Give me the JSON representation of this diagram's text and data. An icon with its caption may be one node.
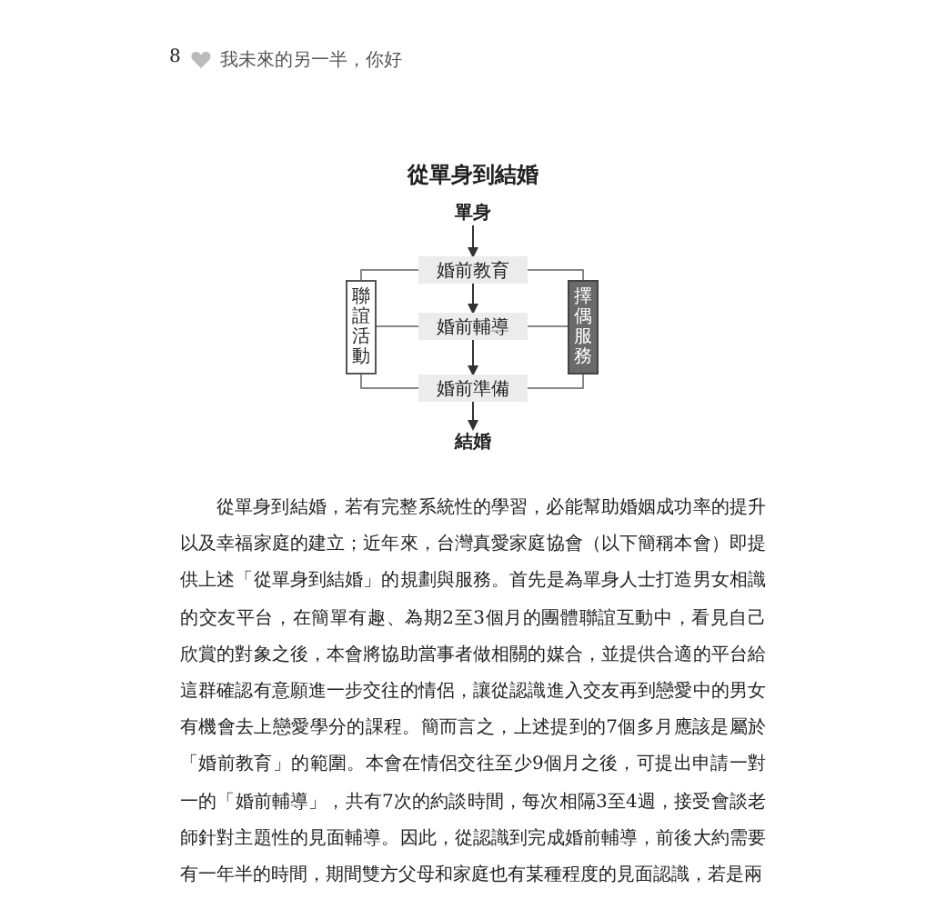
{
  "diagram": {
    "title": "從單身到結婚",
    "nodes": [
      {
        "text": [
          "單身"
        ]
      },
      {
        "text": [
          "婚前教育"
        ]
      },
      {
        "text": [
          "婚前輔導"
        ]
      },
      {
        "text": [
          "婚前準備"
        ]
      },
      {
        "text": [
          "結婚"
        ]
      },
      {
        "text": [
          "聯誼活動"
        ]
      },
      {
        "text": [
          "擇偶服務"
        ]
      }
    ],
    "edges": [
      {
        "from": 0,
        "to": 1,
        "arrow": "to"
      },
      {
        "from": 1,
        "to": 2,
        "arrow": "to"
      },
      {
        "from": 2,
        "to": 3,
        "arrow": "to"
      },
      {
        "from": 3,
        "to": 4,
        "arrow": "to"
      },
      {
        "from": 5,
        "to": 1,
        "arrow": "none"
      },
      {
        "from": 5,
        "to": 2,
        "arrow": "none"
      },
      {
        "from": 5,
        "to": 3,
        "arrow": "none"
      },
      {
        "from": 6,
        "to": 1,
        "arrow": "none"
      },
      {
        "from": 6,
        "to": 2,
        "arrow": "none"
      },
      {
        "from": 6,
        "to": 3,
        "arrow": "none"
      }
    ],
    "labels": [
      "8",
      "我未來的另一半，你好",
      "從單身到結婚，若有完整系統性的學習，必能幫助婚姻成功率的提升以及幸福家庭的建立；近年來，台灣真愛家庭協會（以下簡稱本會）即提供上述「從單身到結婚」的規劃與服務。首先是為單身人士打造男女相識的交友平台，在簡單有趣、為期2至3個月的團體聯誼互動中，看見自己欣賞的對象之後，本會將協助當事者做相關的媒合，並提供合適的平台給這群確認有意願進一步交往的情侶，讓從認識進入交友再到戀愛中的男女有機會去上戀愛學分的課程。簡而言之，上述提到的7個多月應該是屬於「婚前教育」的範圍。本會在情侶交往至少9個月之後，可提出申請一對一的「婚前輔導」，共有7次的約談時間，每次相隔3至4週，接受會談老師針對主題性的見面輔導。因此，從認識到完成婚前輔導，前後大約需要有一年半的時間，期間雙方父母和家庭也有某種程度的見面認識，若是兩"
    ]
  }
}
